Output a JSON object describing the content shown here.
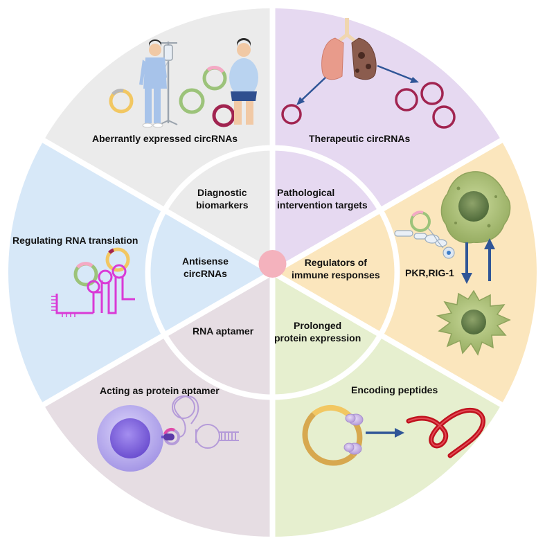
{
  "outer_sectors": [
    {
      "id": "aberrant",
      "label": "Aberrantly expressed circRNAs",
      "color": "#ebebeb"
    },
    {
      "id": "therapeutic",
      "label": "Therapeutic circRNAs",
      "color": "#e6d9f1"
    },
    {
      "id": "immune",
      "label": "PKR,RIG-1",
      "color": "#fbe6bd"
    },
    {
      "id": "peptides",
      "label": "Encoding peptides",
      "color": "#e6efcf"
    },
    {
      "id": "protein-aptamer",
      "label": "Acting as protein aptamer",
      "color": "#e6dde3"
    },
    {
      "id": "translation",
      "label": "Regulating RNA translation",
      "color": "#d7e8f8"
    }
  ],
  "inner_labels": {
    "diagnostic": "Diagnostic\nbiomarkers",
    "pathological": "Pathological\nintervention targets",
    "immune": "Regulators of\nimmune responses",
    "prolonged": "Prolonged\nprotein expression",
    "rna_aptamer": "RNA aptamer",
    "antisense": "Antisense\ncircRNAs"
  },
  "colors": {
    "center_dot": "#f4b2bd",
    "divider": "#ffffff",
    "arrow": "#2f5597",
    "circ_yellow": "#f2c762",
    "circ_green": "#9cc37a",
    "circ_pink": "#f4a9c4",
    "circ_maroon": "#a12450",
    "rna_magenta": "#d93ad6",
    "peptide_red": "#c0121e",
    "cell_green": "#b2c681",
    "cell_purple": "#9c86e4",
    "ribosome": "#cdb9e7"
  },
  "icons": [
    "patient-icon",
    "iv-stand-icon",
    "lung-icon",
    "circrna-icon",
    "immune-cell-icon",
    "peptide-icon",
    "ribosome-icon",
    "aptamer-icon",
    "stem-loop-icon",
    "b-cell-icon"
  ]
}
